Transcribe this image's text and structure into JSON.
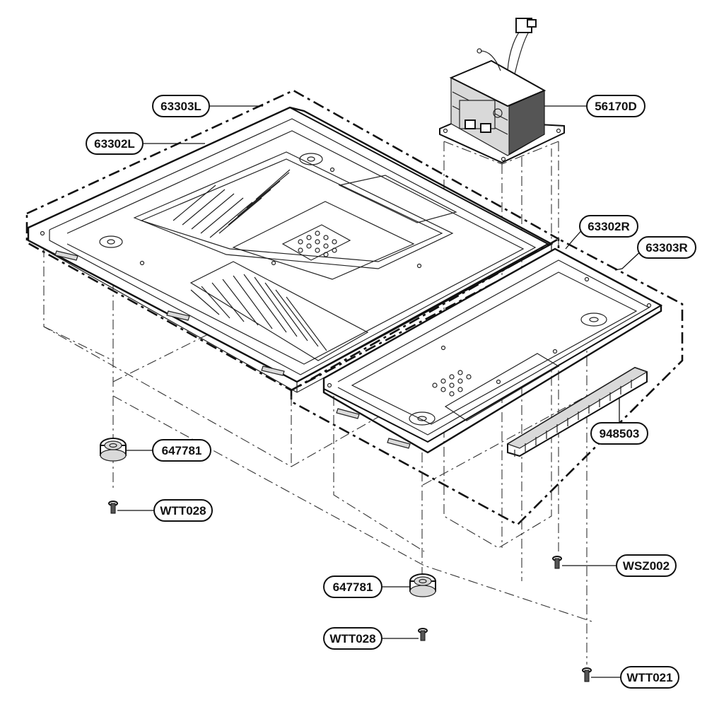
{
  "callouts": [
    {
      "label": "63303L"
    },
    {
      "label": "63302L"
    },
    {
      "label": "56170D"
    },
    {
      "label": "63302R"
    },
    {
      "label": "63303R"
    },
    {
      "label": "948503"
    },
    {
      "label": "647781"
    },
    {
      "label": "WTT028"
    },
    {
      "label": "WSZ002"
    },
    {
      "label": "647781"
    },
    {
      "label": "WTT028"
    },
    {
      "label": "WTT021"
    }
  ],
  "parts": {
    "left_base_plate": "63302L",
    "left_outline_group": "63303L",
    "right_base_plate": "63302R",
    "right_outline_group": "63303R",
    "transformer": "56170D",
    "ferrite_bar": "948503",
    "foot": "647781",
    "screws": [
      "WTT028",
      "WSZ002",
      "WTT021"
    ]
  }
}
